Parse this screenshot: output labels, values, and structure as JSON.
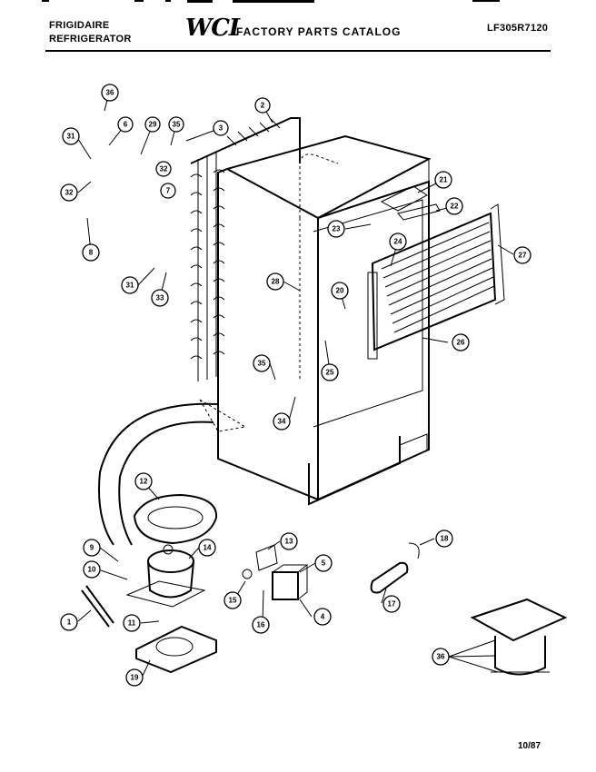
{
  "header": {
    "brand_line1": "FRIGIDAIRE",
    "brand_line2": "REFRIGERATOR",
    "logo": "WCI",
    "catalog_title": "FACTORY PARTS CATALOG",
    "model_number": "LF305R7120"
  },
  "footer": {
    "date_code": "10/87"
  },
  "callouts": [
    "36",
    "6",
    "29",
    "35",
    "3",
    "2",
    "31",
    "32",
    "32",
    "7",
    "8",
    "21",
    "22",
    "23",
    "24",
    "27",
    "28",
    "31",
    "33",
    "20",
    "26",
    "35",
    "25",
    "34",
    "12",
    "13",
    "5",
    "9",
    "14",
    "10",
    "15",
    "16",
    "4",
    "18",
    "17",
    "1",
    "11",
    "19",
    "36"
  ]
}
